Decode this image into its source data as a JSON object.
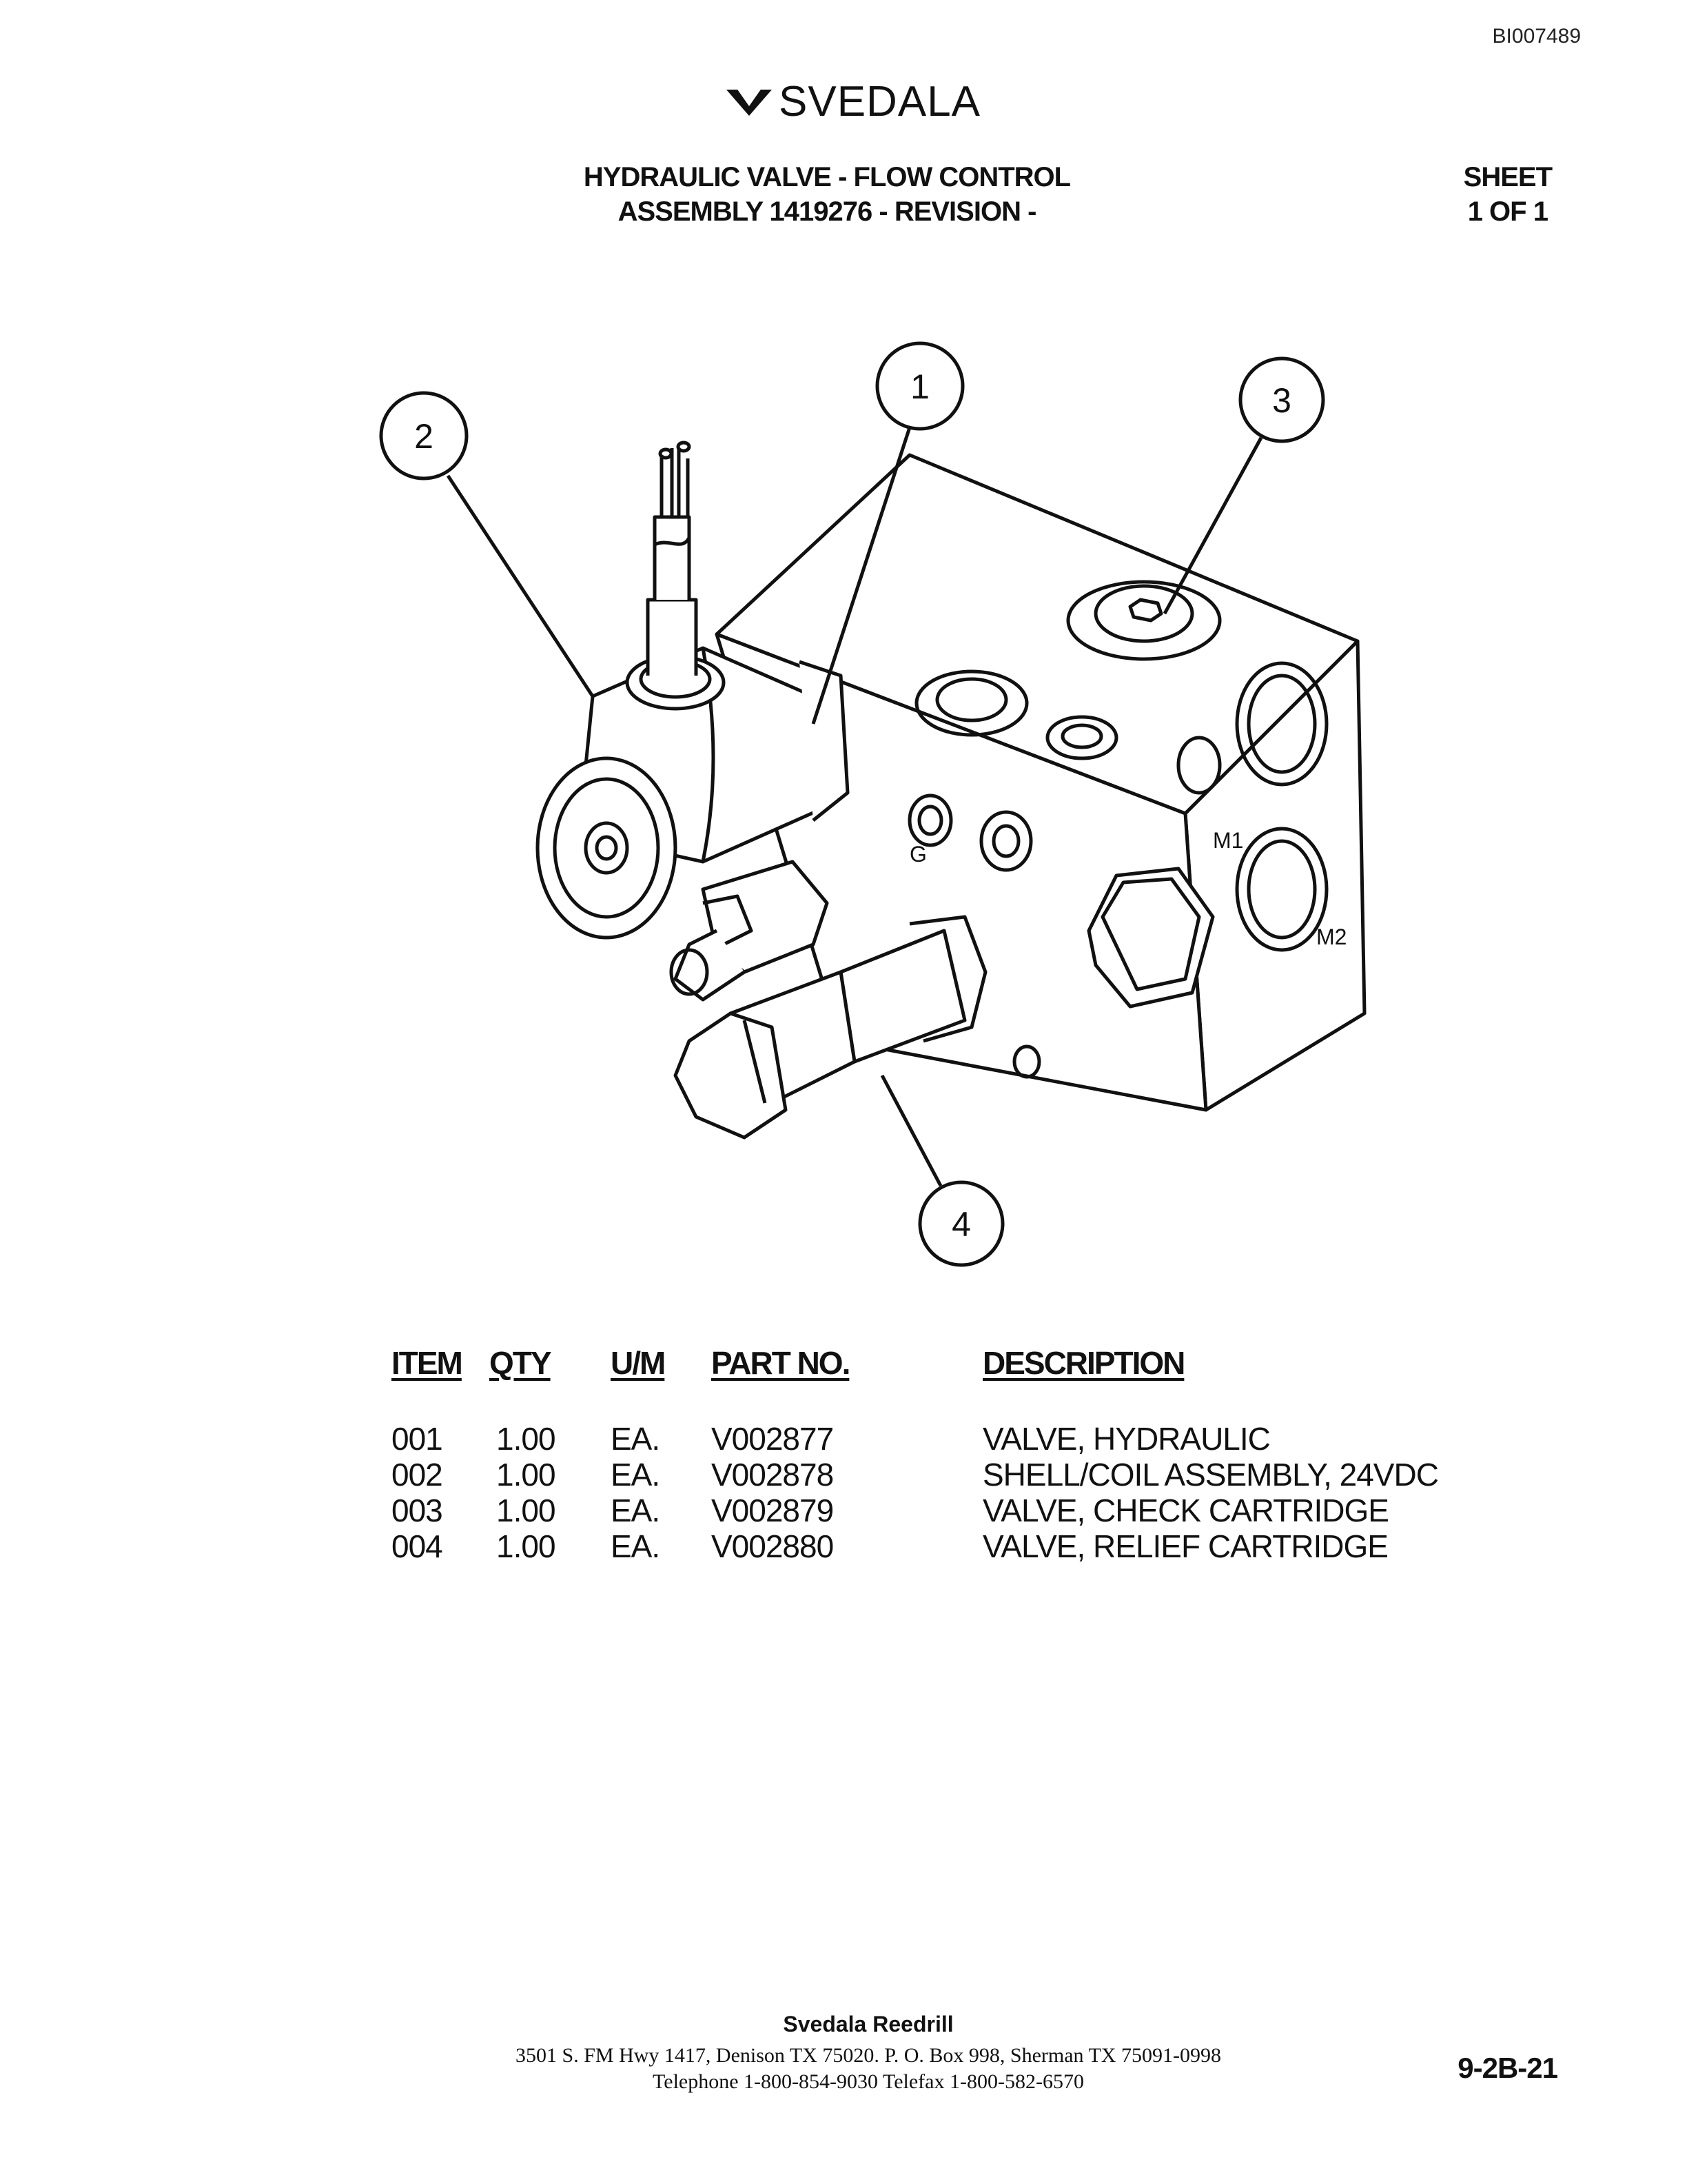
{
  "document_id": "BI007489",
  "brand": {
    "name": "SVEDALA",
    "logo_icon": "svedala-chevron-logo"
  },
  "title": {
    "line1": "HYDRAULIC VALVE - FLOW CONTROL",
    "line2": "ASSEMBLY 1419276 - REVISION -"
  },
  "sheet": {
    "label": "SHEET",
    "value": "1 OF 1"
  },
  "drawing": {
    "callouts": [
      "1",
      "2",
      "3",
      "4"
    ],
    "port_labels": {
      "g": "G",
      "m1": "M1",
      "m2": "M2"
    }
  },
  "parts_table": {
    "headers": {
      "item": "ITEM",
      "qty": "QTY",
      "um": "U/M",
      "part": "PART NO.",
      "desc": "DESCRIPTION"
    },
    "rows": [
      {
        "item": "001",
        "qty": "1.00",
        "um": "EA.",
        "part": "V002877",
        "desc": "VALVE, HYDRAULIC"
      },
      {
        "item": "002",
        "qty": "1.00",
        "um": "EA.",
        "part": "V002878",
        "desc": "SHELL/COIL ASSEMBLY, 24VDC"
      },
      {
        "item": "003",
        "qty": "1.00",
        "um": "EA.",
        "part": "V002879",
        "desc": "VALVE, CHECK CARTRIDGE"
      },
      {
        "item": "004",
        "qty": "1.00",
        "um": "EA.",
        "part": "V002880",
        "desc": "VALVE, RELIEF CARTRIDGE"
      }
    ]
  },
  "footer": {
    "company": "Svedala Reedrill",
    "address": "3501 S. FM Hwy 1417, Denison TX  75020.    P. O. Box 998, Sherman TX  75091-0998",
    "phone": "Telephone 1-800-854-9030 Telefax 1-800-582-6570"
  },
  "page_number": "9-2B-21"
}
